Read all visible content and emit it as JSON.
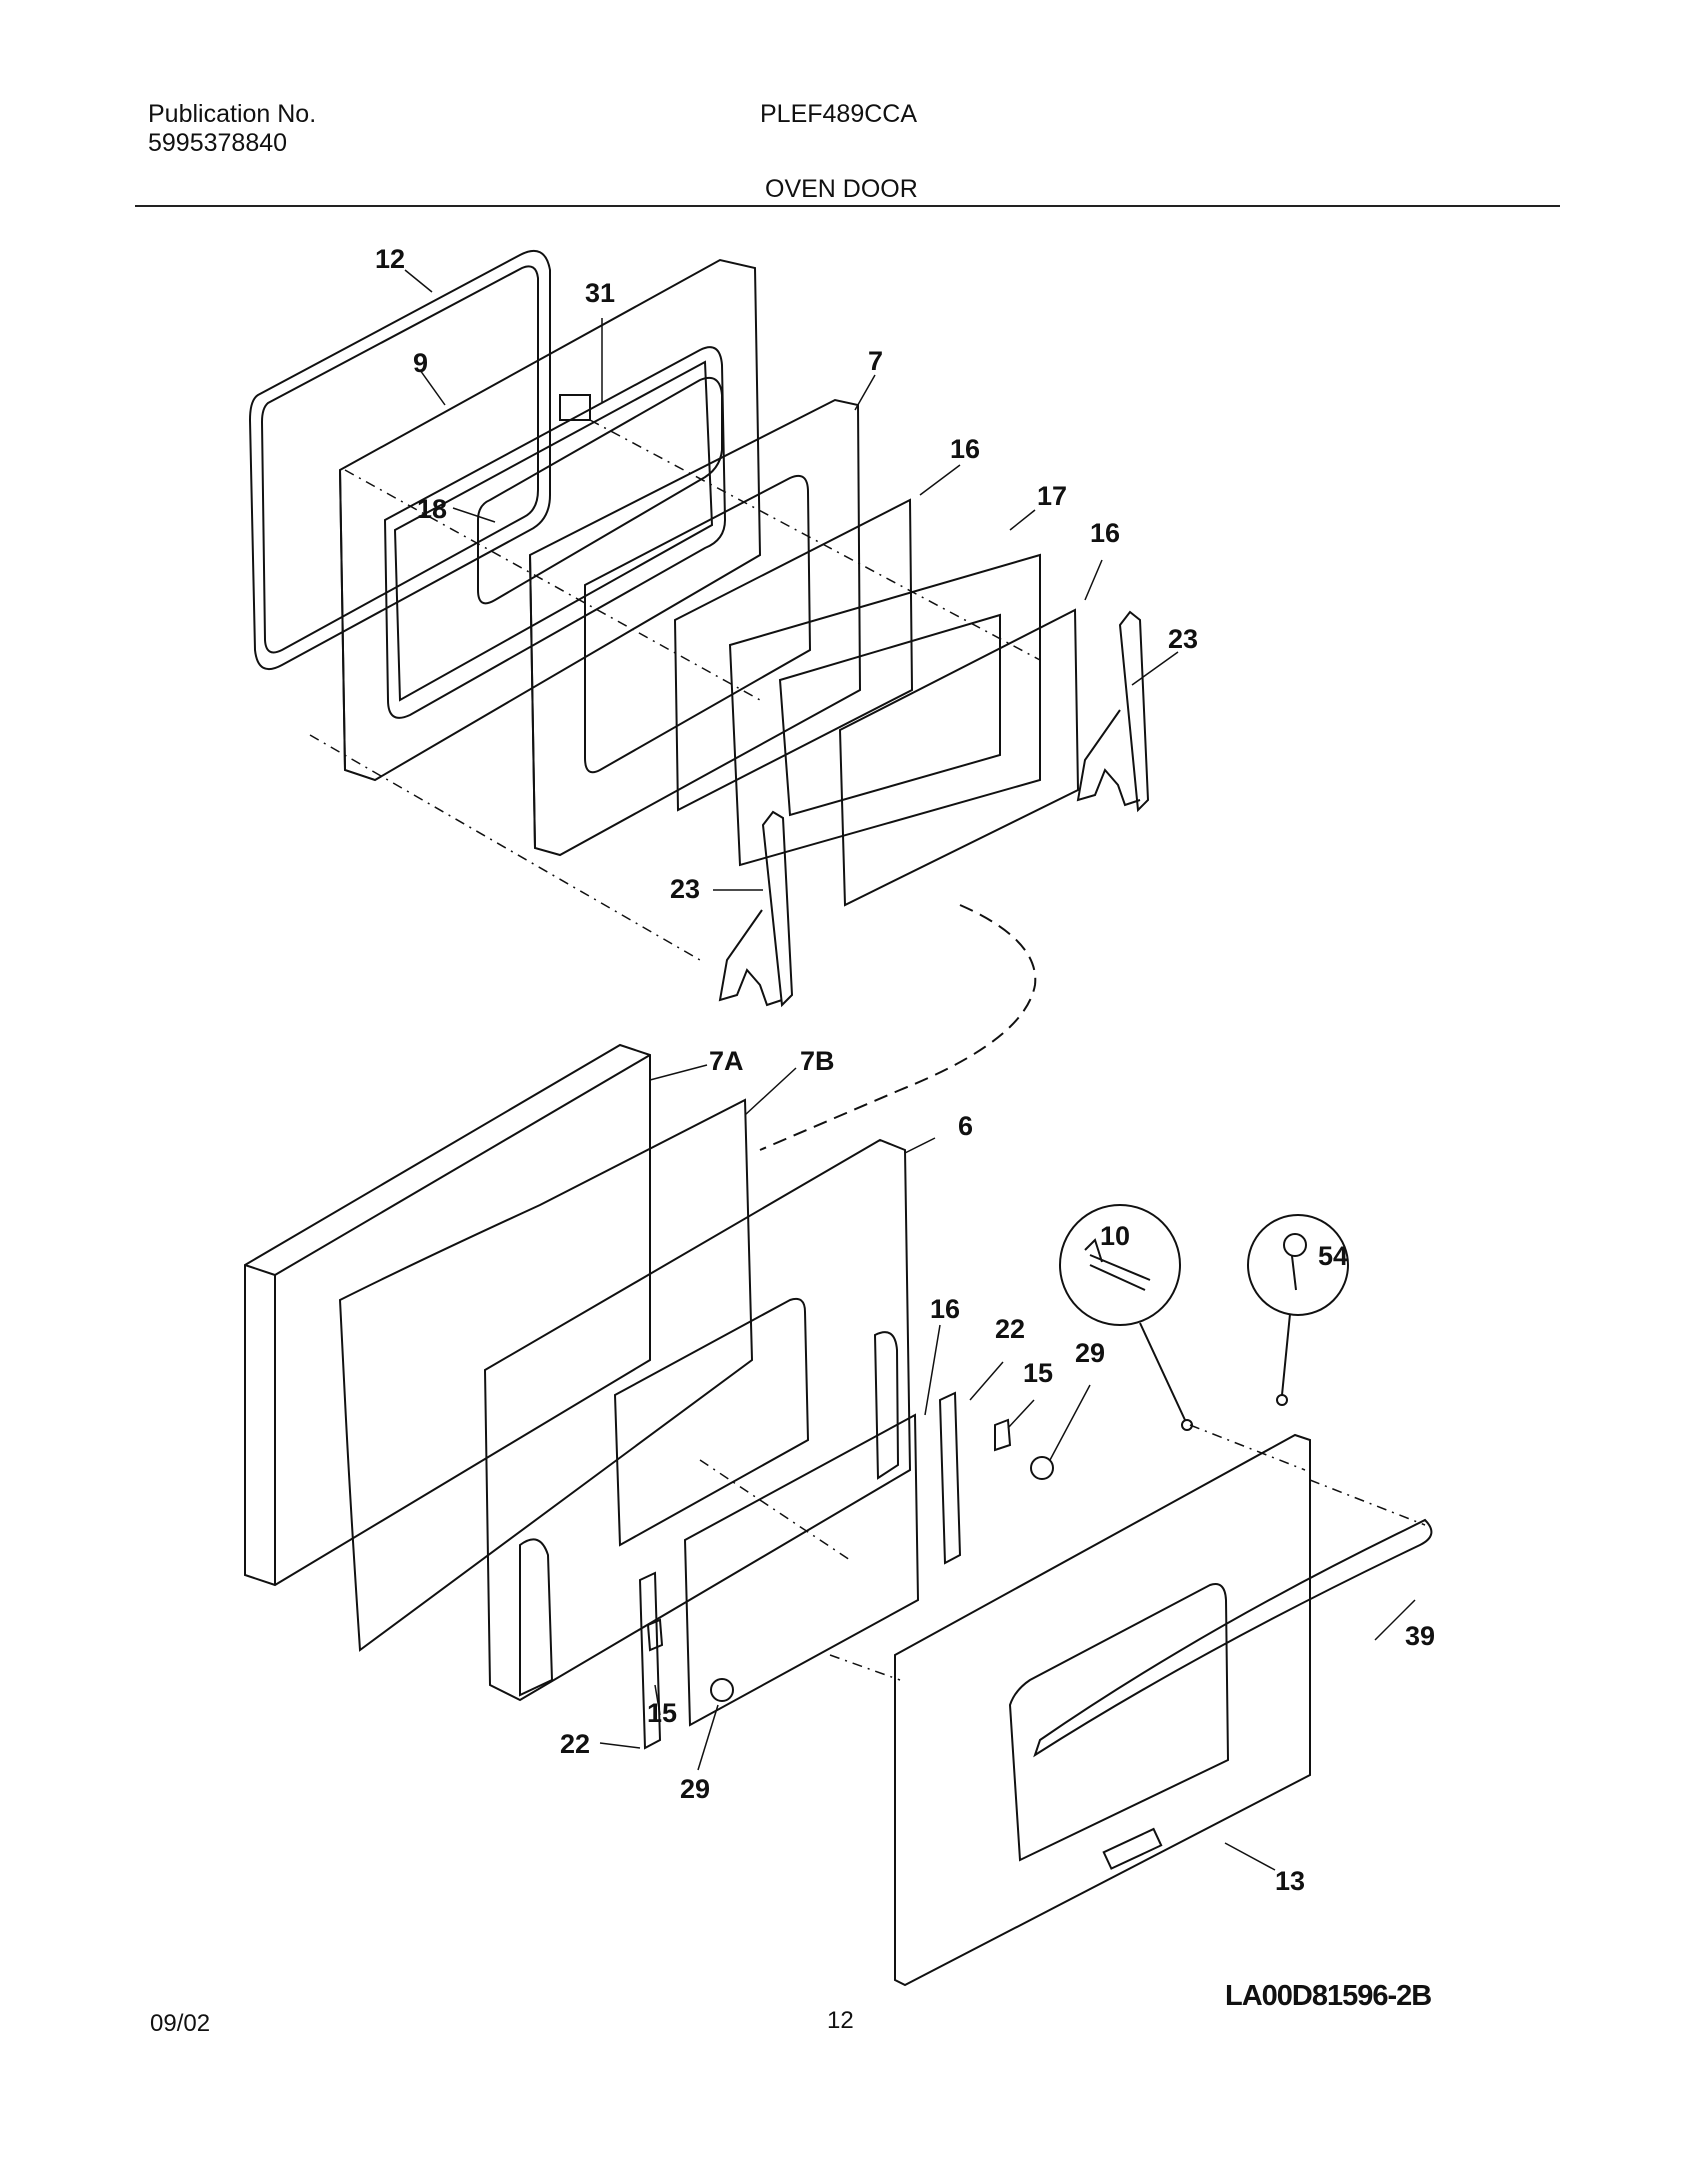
{
  "header": {
    "publication_label": "Publication No.",
    "publication_number": "5995378840",
    "model": "PLEF489CCA",
    "section_title": "OVEN DOOR"
  },
  "diagram_code": "LA00D81596-2B",
  "callouts": [
    "12",
    "31",
    "9",
    "7",
    "16",
    "17",
    "18",
    "16",
    "23",
    "23",
    "7A",
    "7B",
    "6",
    "10",
    "54",
    "16",
    "22",
    "15",
    "29",
    "15",
    "22",
    "29",
    "39",
    "13"
  ],
  "footer": {
    "date": "09/02",
    "page": "12"
  }
}
